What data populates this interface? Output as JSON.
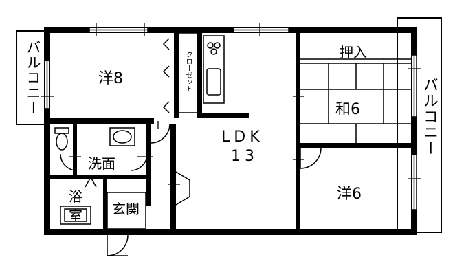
{
  "rooms": {
    "yo8": "洋8",
    "closet": "クローゼット",
    "oshiire": "押入",
    "wa6": "和6",
    "ldk_name": "LDK",
    "ldk_size": "13",
    "yo6": "洋6",
    "senmen": "洗面",
    "yoku": "浴",
    "shitsu": "室",
    "genkan": "玄関",
    "balcony_left": "バルコニー",
    "balcony_right": "バルコニー"
  }
}
